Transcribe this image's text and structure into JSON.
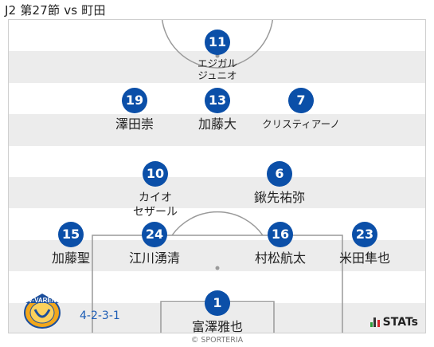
{
  "header": {
    "title": "J2 第27節 vs 町田"
  },
  "formation": "4-2-3-1",
  "players": [
    {
      "number": "11",
      "name": "エジガル\nジュニオ",
      "small": true
    },
    {
      "number": "19",
      "name": "澤田崇",
      "small": false
    },
    {
      "number": "13",
      "name": "加藤大",
      "small": false
    },
    {
      "number": "7",
      "name": "クリスティアーノ",
      "small": true
    },
    {
      "number": "10",
      "name": "カイオ\nセザール",
      "small": true
    },
    {
      "number": "6",
      "name": "鍬先祐弥",
      "small": false
    },
    {
      "number": "15",
      "name": "加藤聖",
      "small": false
    },
    {
      "number": "24",
      "name": "江川湧清",
      "small": false
    },
    {
      "number": "16",
      "name": "村松航太",
      "small": false
    },
    {
      "number": "23",
      "name": "米田隼也",
      "small": false
    },
    {
      "number": "1",
      "name": "富澤雅也",
      "small": false
    }
  ],
  "branding": {
    "stats_label": "STATs",
    "copyright": "© SPORTERIA",
    "club_logo_text": "V-VAREN"
  },
  "colors": {
    "badge": "#0b4fa8",
    "formation_text": "#1d5db5",
    "stripe": "#ececec"
  }
}
